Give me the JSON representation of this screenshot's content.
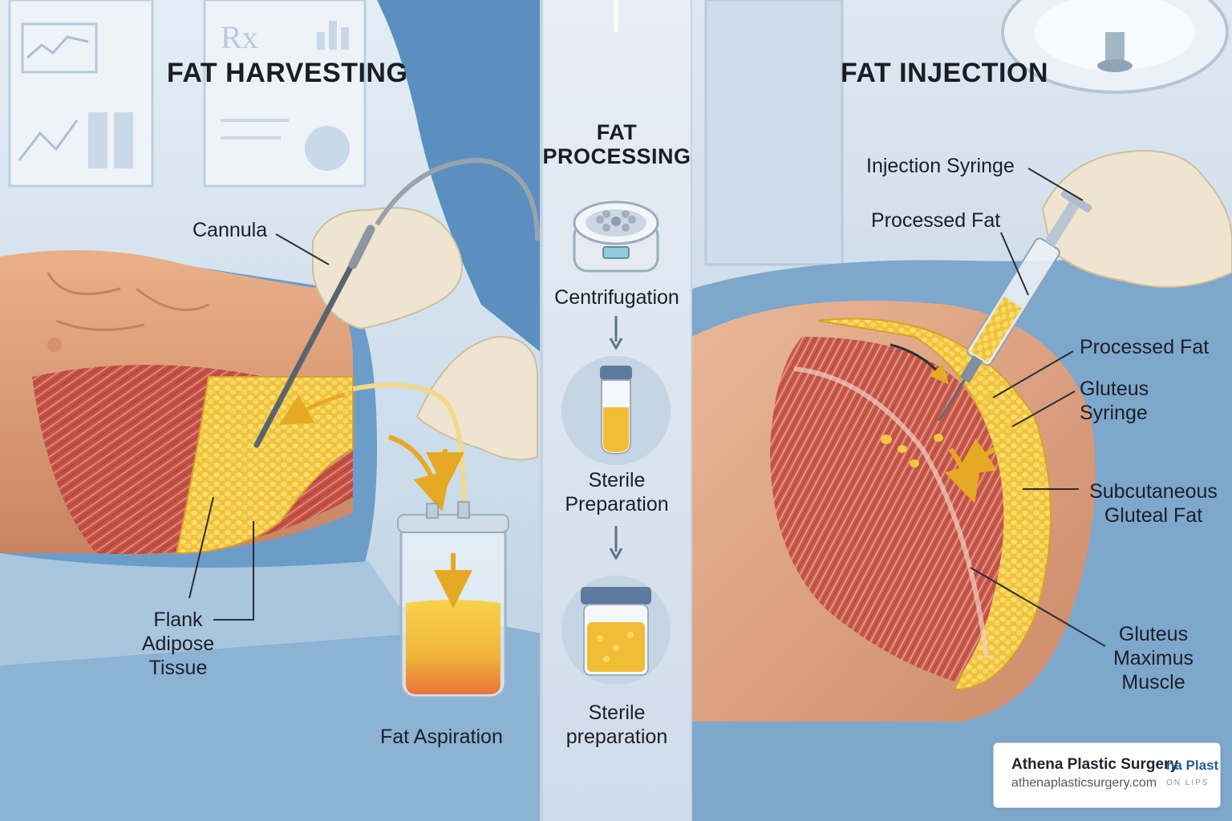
{
  "panels": {
    "harvesting": {
      "title": "FAT HARVESTING",
      "labels": {
        "cannula": "Cannula",
        "flank": [
          "Flank",
          "Adipose",
          "Tissue"
        ],
        "aspiration": "Fat Aspiration"
      }
    },
    "processing": {
      "title": [
        "FAT",
        "PROCESSING"
      ],
      "steps": [
        {
          "label": [
            "Centrifugation"
          ],
          "icon": "centrifuge-icon"
        },
        {
          "label": [
            "Sterile",
            "Preparation"
          ],
          "icon": "test-tube-icon"
        },
        {
          "label": [
            "Sterile",
            "preparation"
          ],
          "icon": "specimen-jar-icon"
        }
      ]
    },
    "injection": {
      "title": "FAT INJECTION",
      "labels": {
        "syringe": "Injection Syringe",
        "processed_top": "Processed Fat",
        "processed_right": "Processed Fat",
        "gluteus_syringe": [
          "Gluteus",
          "Syringe"
        ],
        "subcutaneous": [
          "Subcutaneous",
          "Gluteal Fat"
        ],
        "gluteus_maximus": [
          "Gluteus",
          "Maximus",
          "Muscle"
        ]
      }
    }
  },
  "badge": {
    "name": "Athena Plastic Surgery",
    "url": "athenaplasticsurgery.com",
    "logo_text": "na Plast",
    "logo_subtext": "ON LIPS"
  },
  "colors": {
    "background": "#dfe9f2",
    "drape": "#5f93c0",
    "fat": "#f2c53d",
    "muscle": "#c8574b",
    "skin": "#e1a27c",
    "glove": "#efe4cf"
  }
}
